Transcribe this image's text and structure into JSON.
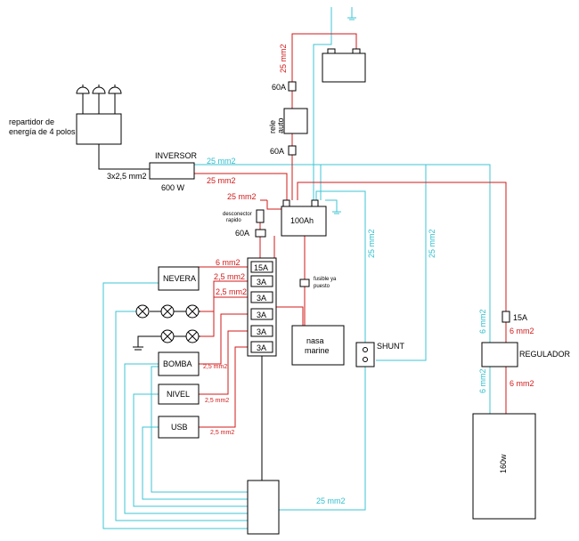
{
  "labels": {
    "distributor": [
      "repartidor de",
      "energía de 4 polos"
    ],
    "inverter": "INVERSOR",
    "inverter_power": "600 W",
    "inverter_cable": "3x2,5 mm2",
    "relay": [
      "rele",
      "auto"
    ],
    "fuse_60a_top": "60A",
    "fuse_60a_mid": "60A",
    "fuse_60a_low": "60A",
    "battery_main": "100Ah",
    "disconnector": [
      "desconector",
      "rapido"
    ],
    "fuse_placed": [
      "fusible ya",
      "puesto"
    ],
    "nasa": [
      "nasa",
      "marine"
    ],
    "shunt": "SHUNT",
    "regulator": "REGULADOR",
    "fuse_15a": "15A",
    "panel": "160w",
    "fridge": "NEVERA",
    "pump": "BOMBA",
    "level": "NIVEL",
    "usb": "USB",
    "fusebox": [
      "15A",
      "3A",
      "3A",
      "3A",
      "3A",
      "3A"
    ]
  },
  "cable_labels": {
    "top_battery_red": "25 mm2",
    "inverter_cyan": "25 mm2",
    "inverter_red": "25 mm2",
    "battery_red_left": "25 mm2",
    "cyan_vert_1": "25 mm2",
    "cyan_vert_2": "25 mm2",
    "bottom_cyan": "25 mm2",
    "fridge": "6 mm2",
    "lights_1": "2,5 mm2",
    "lights_2": "2,5 mm2",
    "pump": "2,5 mm2",
    "level": "2,5 mm2",
    "usb": "2,5 mm2",
    "reg_red_top": "6 mm2",
    "reg_red_bottom": "6 mm2",
    "reg_cyan_top": "6 mm2",
    "reg_cyan_bottom": "6 mm2"
  },
  "colors": {
    "positive": "#d21a1a",
    "negative": "#3cc6d4",
    "line": "#000000"
  }
}
